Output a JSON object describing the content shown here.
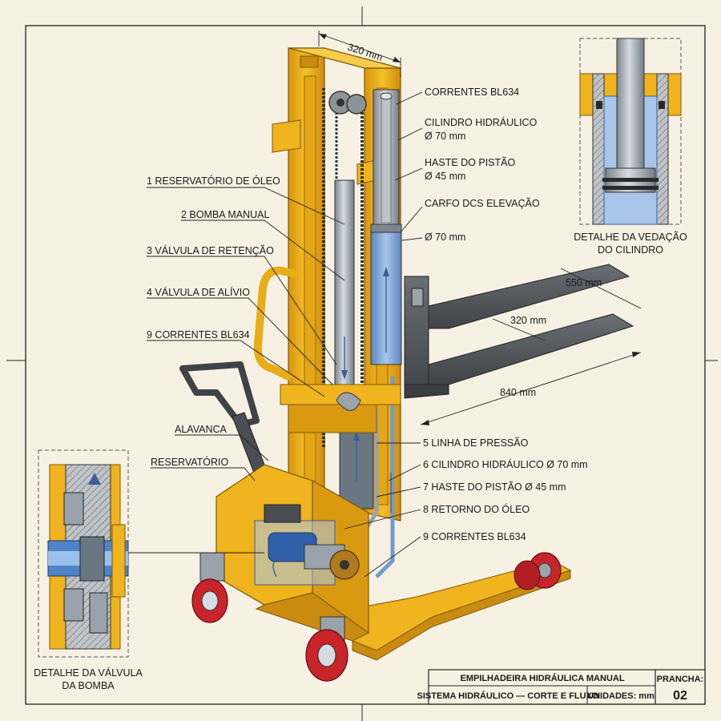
{
  "dimensions": {
    "top_width": "320 mm",
    "fork_length": "550 mm",
    "fork_spacing": "320 mm",
    "base_length": "840 mm"
  },
  "callouts_right_top": {
    "chains": "CORRENTES BL634",
    "cylinder_line1": "CILINDRO HIDRÁULICO",
    "cylinder_line2": "Ø 70 mm",
    "rod_line1": "HASTE DO PISTÃO",
    "rod_line2": "Ø 45 mm",
    "carriage": "CARFO DCS ELEVAÇÃO",
    "diameter": "Ø 70 mm"
  },
  "callouts_left": {
    "item1": "1 RESERVATÓRIO DE ÓLEO",
    "item2": "2 BOMBA MANUAL",
    "item3": "3 VÁLVULA DE RETENÇÃO",
    "item4": "4 VÁLVULA DE ALÍVIO",
    "item9": "9 CORRENTES BL634",
    "lever": "ALAVANCA",
    "reservoir": "RESERVATÓRIO"
  },
  "callouts_right_bottom": {
    "item5": "5 LINHA DE PRESSÃO",
    "item6": "6 CILINDRO HIDRÁULICO Ø 70 mm",
    "item7": "7 HASTE DO PISTÃO Ø 45 mm",
    "item8": "8 RETORNO DO ÓLEO",
    "item9": "9 CORRENTES BL634"
  },
  "detail_seal": {
    "caption_line1": "DETALHE DA VEDAÇÃO",
    "caption_line2": "DO CILINDRO"
  },
  "detail_valve": {
    "caption_line1": "DETALHE DA VÁLVULA",
    "caption_line2": "DA BOMBA"
  },
  "title_block": {
    "title": "EMPILHADEIRA HIDRÁULICA MANUAL",
    "subtitle": "SISTEMA HIDRÁULICO — CORTE E FLUXO",
    "units": "UNIDADES: mm",
    "sheet_label": "PRANCHA:",
    "sheet_number": "02"
  },
  "colors": {
    "frame_yellow": "#f2b61f",
    "frame_yellow_dark": "#c98c10",
    "steel": "#9aa3ab",
    "fork_gray": "#55595e",
    "wheel_red": "#c8242a",
    "oil_blue": "#6f9bd1",
    "paper": "#f6f1e3"
  }
}
